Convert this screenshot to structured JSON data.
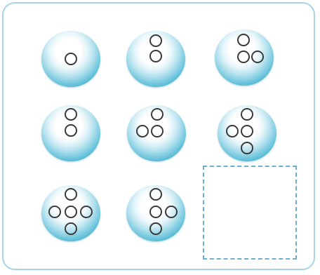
{
  "puzzle": {
    "accent_color": "#2ea3c4",
    "frame_color": "#a9d4e6",
    "answer_box_border_color": "#6aaed0",
    "ring_color": "#3a3a3a",
    "cells": [
      {
        "item": "disc-1",
        "ring_count": 1
      },
      {
        "item": "disc-2",
        "ring_count": 2
      },
      {
        "item": "disc-3",
        "ring_count": 3
      },
      {
        "item": "disc-4",
        "ring_count": 2
      },
      {
        "item": "disc-5",
        "ring_count": 3
      },
      {
        "item": "disc-6",
        "ring_count": 4
      },
      {
        "item": "disc-7",
        "ring_count": 5
      },
      {
        "item": "disc-8",
        "ring_count": 4
      },
      {
        "item": "answer-box",
        "ring_count": null
      }
    ]
  }
}
